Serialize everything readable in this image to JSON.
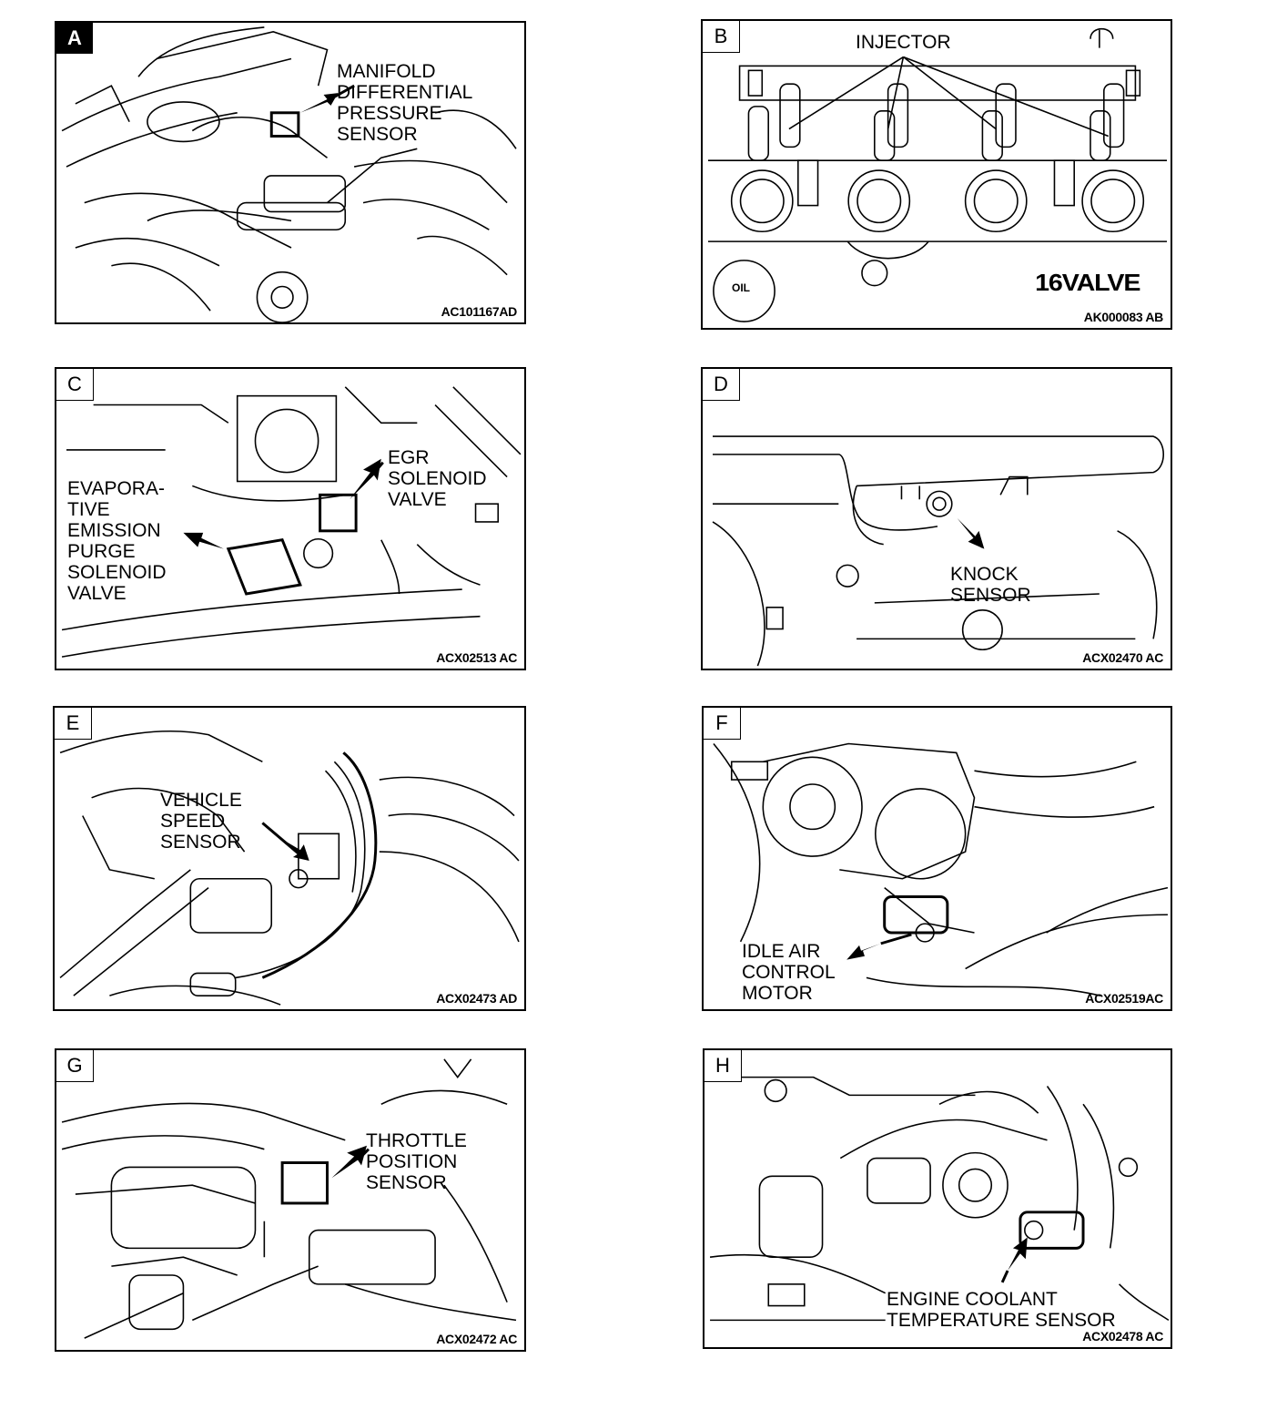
{
  "panels": {
    "A": {
      "letter": "A",
      "code": "AC101167AD",
      "label": [
        "MANIFOLD",
        "DIFFERENTIAL",
        "PRESSURE",
        "SENSOR"
      ]
    },
    "B": {
      "letter": "B",
      "code": "AK000083 AB",
      "label": [
        "INJECTOR"
      ],
      "stamp": "16VALVE",
      "cap": "OIL"
    },
    "C": {
      "letter": "C",
      "code": "ACX02513 AC",
      "label_egr": [
        "EGR",
        "SOLENOID",
        "VALVE"
      ],
      "label_evap": [
        "EVAPORA-",
        "TIVE",
        "EMISSION",
        "PURGE",
        "SOLENOID",
        "VALVE"
      ]
    },
    "D": {
      "letter": "D",
      "code": "ACX02470 AC",
      "label": [
        "KNOCK",
        "SENSOR"
      ]
    },
    "E": {
      "letter": "E",
      "code": "ACX02473 AD",
      "label": [
        "VEHICLE",
        "SPEED",
        "SENSOR"
      ]
    },
    "F": {
      "letter": "F",
      "code": "ACX02519AC",
      "label": [
        "IDLE AIR",
        "CONTROL",
        "MOTOR"
      ]
    },
    "G": {
      "letter": "G",
      "code": "ACX02472 AC",
      "label": [
        "THROTTLE",
        "POSITION",
        "SENSOR"
      ]
    },
    "H": {
      "letter": "H",
      "code": "ACX02478 AC",
      "label": [
        "ENGINE COOLANT",
        "TEMPERATURE SENSOR"
      ]
    }
  }
}
